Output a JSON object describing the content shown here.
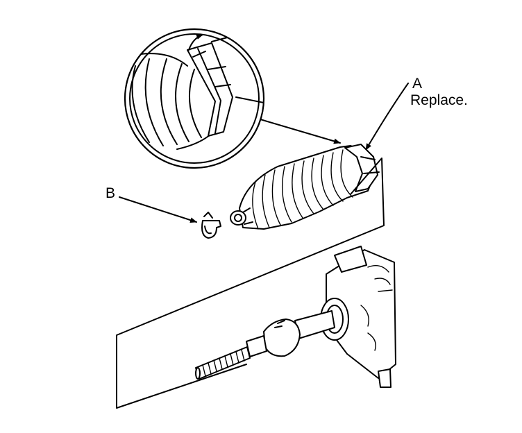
{
  "labels": {
    "a_letter": "A",
    "a_text": "Replace.",
    "b_letter": "B"
  },
  "colors": {
    "ink": "#000000",
    "paper": "#ffffff"
  }
}
